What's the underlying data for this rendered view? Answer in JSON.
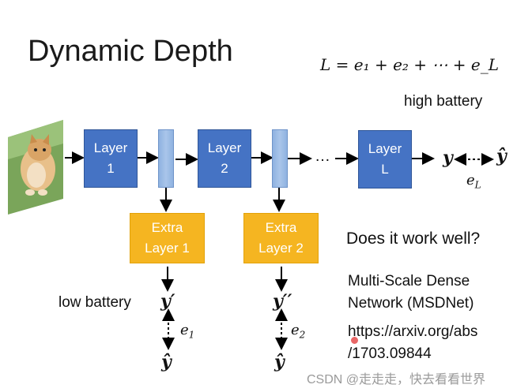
{
  "slide": {
    "title": "Dynamic Depth",
    "formula": "L = e₁ + e₂ + ⋯ + e_L",
    "high_battery": "high battery",
    "low_battery": "low battery",
    "question": "Does it work well?",
    "ref_line1": "Multi-Scale Dense",
    "ref_line2": "Network (MSDNet)",
    "ref_line3": "https://arxiv.org/abs",
    "ref_line4": "/1703.09844",
    "watermark": "CSDN @走走走，快去看看世界"
  },
  "layers": [
    {
      "line1": "Layer",
      "line2": "1"
    },
    {
      "line1": "Layer",
      "line2": "2"
    },
    {
      "line1": "Layer",
      "line2": "L"
    }
  ],
  "extra_layers": [
    {
      "line1": "Extra",
      "line2": "Layer 1"
    },
    {
      "line1": "Extra",
      "line2": "Layer 2"
    }
  ],
  "ellipsis": "…",
  "outputs": {
    "y": "y",
    "y_hat": "ŷ",
    "y_prime": "y′",
    "y_double_prime": "y′′",
    "e_L": "e",
    "e_L_sub": "L",
    "e_1": "e",
    "e_1_sub": "1",
    "e_2": "e",
    "e_2_sub": "2"
  },
  "colors": {
    "layer_blue": "#4573c4",
    "extra_orange": "#f5b521",
    "thin_block": "#a9c5ea"
  },
  "icons": [
    "kitten-image"
  ]
}
